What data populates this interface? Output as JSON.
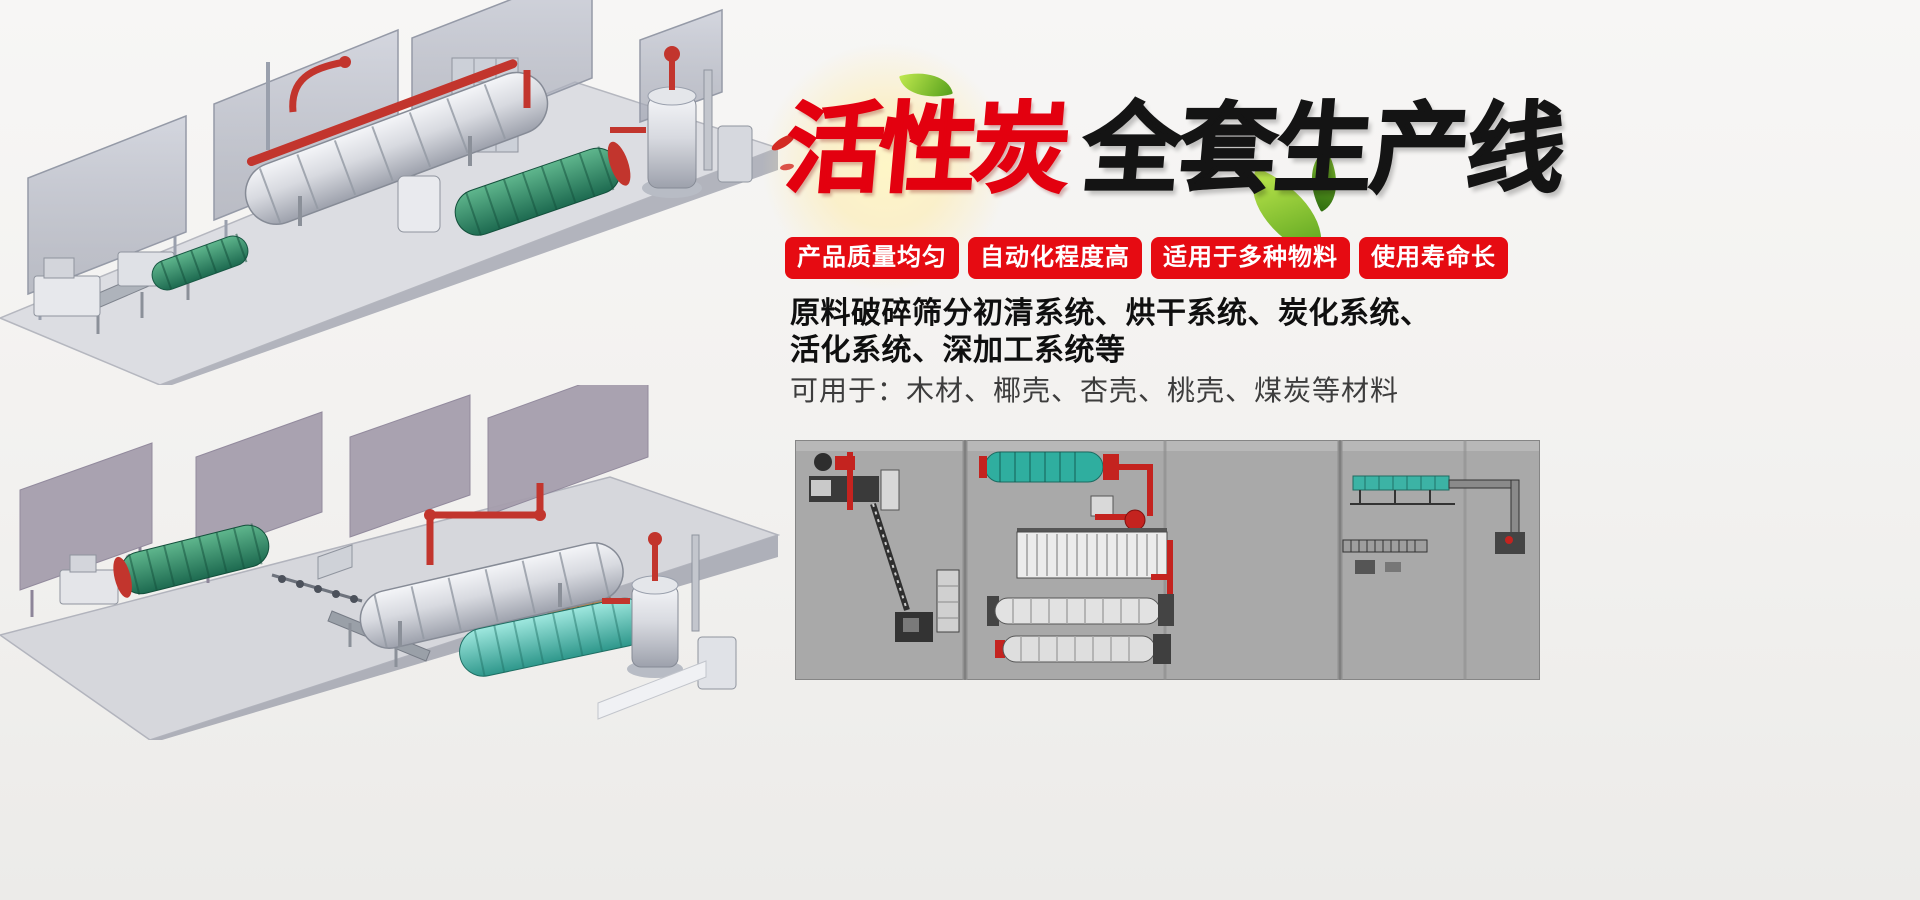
{
  "title": {
    "red_part": "活性炭",
    "black_part": "全套生产线",
    "red_color": "#e3000f",
    "black_color": "#141414"
  },
  "badges": {
    "color": "#e60b12",
    "items": [
      {
        "label": "产品质量均匀"
      },
      {
        "label": "自动化程度高"
      },
      {
        "label": "适用于多种物料"
      },
      {
        "label": "使用寿命长"
      }
    ]
  },
  "description": {
    "bold_line1": "原料破碎筛分初清系统、烘干系统、炭化系统、",
    "bold_line2": "活化系统、深加工系统等",
    "regular_line": "可用于：木材、椰壳、杏壳、桃壳、煤炭等材料"
  },
  "illustrations": {
    "top_scene": "production-line-3d-render-top",
    "bottom_scene": "production-line-3d-render-bottom",
    "diagram": "production-line-layout-diagram",
    "accents": [
      "leaf-icon",
      "light-burst",
      "red-splash"
    ]
  }
}
